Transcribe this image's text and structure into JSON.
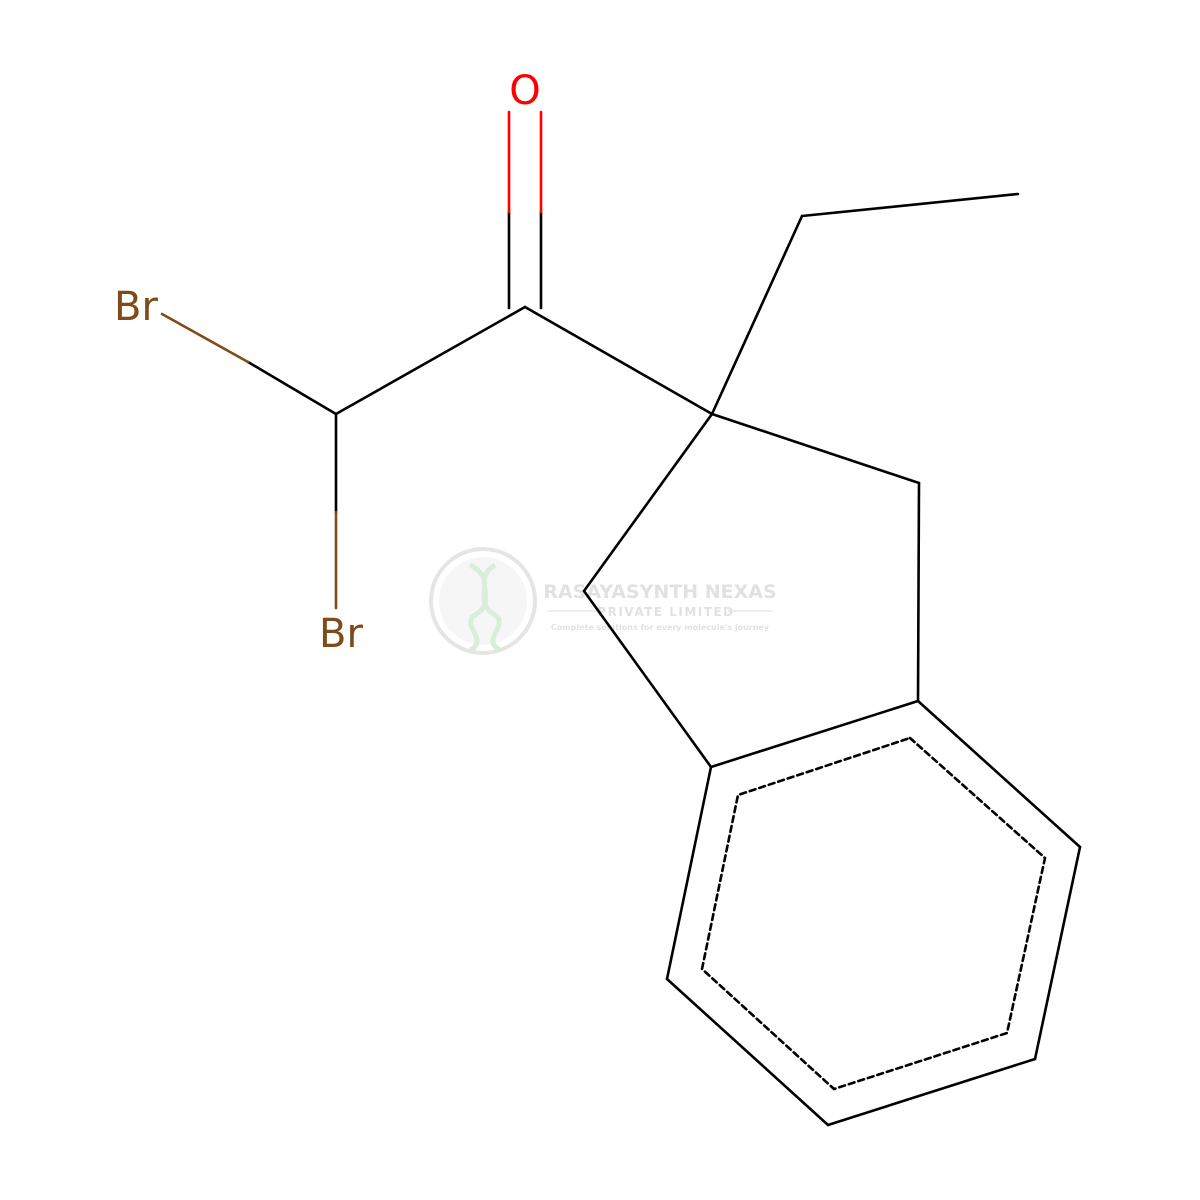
{
  "molecule": {
    "atoms": {
      "oxygen": "O",
      "bromine_top": "Br",
      "bromine_bottom": "Br"
    },
    "colors": {
      "bond": "#000000",
      "oxygen": "#ff0000",
      "bromine": "#7f4c19"
    }
  },
  "watermark": {
    "company": "RASAYASYNTH NEXAS",
    "subtitle": "PRIVATE LIMITED",
    "tagline": "Complete solutions for every molecule's journey",
    "color": "#c8ccc8"
  }
}
